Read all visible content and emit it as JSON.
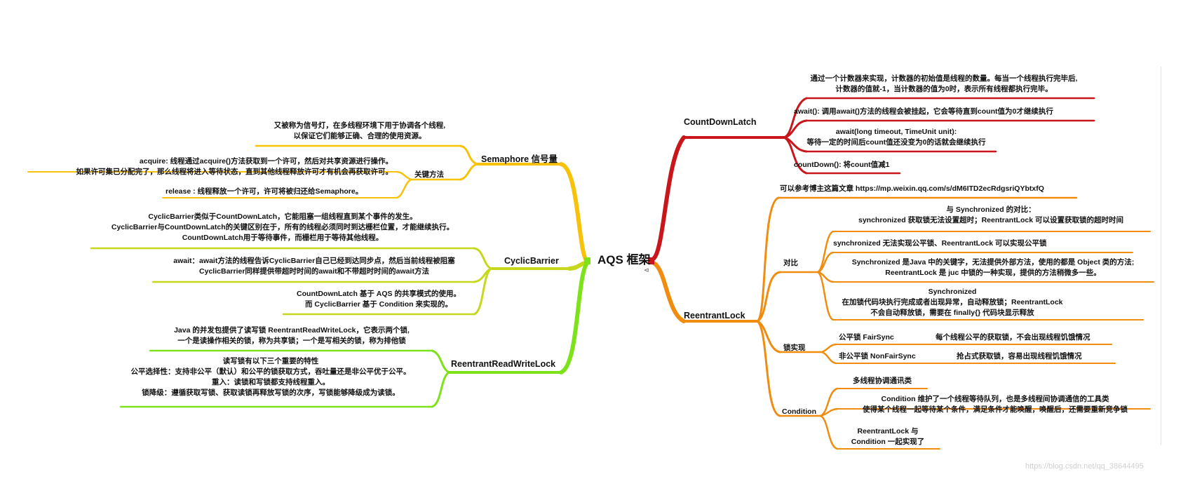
{
  "root": {
    "label": "AQS 框架"
  },
  "left": {
    "semaphore": {
      "label": "Semaphore 信号量",
      "desc": [
        "又被称为信号灯，在多线程环境下用于协调各个线程,",
        "以保证它们能够正确、合理的使用资源。"
      ],
      "key_label": "关键方法",
      "acquire": [
        "acquire: 线程通过acquire()方法获取到一个许可，然后对共享资源进行操作。",
        "如果许可集已分配完了，那么线程将进入等待状态，直到其他线程释放许可才有机会再获取许可。"
      ],
      "release": "release : 线程释放一个许可，许可将被归还给Semaphore。"
    },
    "cyclic": {
      "label": "CyclicBarrier",
      "desc": [
        "CyclicBarrier类似于CountDownLatch，它能阻塞一组线程直到某个事件的发生。",
        "CyclicBarrier与CountDownLatch的关键区别在于，所有的线程必须同时到达栅栏位置，才能继续执行。",
        "CountDownLatch用于等待事件，而栅栏用于等待其他线程。"
      ],
      "await": [
        "await：await方法的线程告诉CyclicBarrier自己已经到达同步点，然后当前线程被阻塞",
        "CyclicBarrier同样提供带超时时间的await和不带超时时间的await方法"
      ],
      "compare": [
        "CountDownLatch 基于 AQS 的共享模式的使用。",
        "而 CyclicBarrier 基于 Condition 来实现的。"
      ]
    },
    "rrwl": {
      "label": "ReentrantReadWriteLock",
      "desc": [
        "Java 的并发包提供了读写锁 ReentrantReadWriteLock，它表示两个锁,",
        "一个是读操作相关的锁，称为共享锁；一个是写相关的锁，称为排他锁"
      ],
      "features": [
        "读写锁有以下三个重要的特性",
        "公平选择性：支持非公平（默认）和公平的锁获取方式，吞吐量还是非公平优于公平。",
        "重入：读锁和写锁都支持线程重入。",
        "锁降级：遵循获取写锁、获取读锁再释放写锁的次序，写锁能够降级成为读锁。"
      ]
    }
  },
  "right": {
    "cdl": {
      "label": "CountDownLatch",
      "desc": [
        "通过一个计数器来实现，计数器的初始值是线程的数量。每当一个线程执行完毕后,",
        "计数器的值就-1，当计数器的值为0时，表示所有线程都执行完毕。"
      ],
      "await": "await(): 调用await()方法的线程会被挂起，它会等待直到count值为0才继续执行",
      "await_timeout": [
        "await(long timeout, TimeUnit unit):",
        "等待一定的时间后count值还没变为0的话就会继续执行"
      ],
      "countdown": "countDown(): 将count值减1"
    },
    "rl": {
      "label": "ReentrantLock",
      "ref": "可以参考博主这篇文章 https://mp.weixin.qq.com/s/dM6ITD2ecRdgsriQYbtxfQ",
      "compare_label": "对比",
      "cmp1": [
        "与 Synchronized 的对比：",
        "synchronized 获取锁无法设置超时；ReentrantLock 可以设置获取锁的超时时间"
      ],
      "cmp2": "synchronized 无法实现公平锁、ReentrantLock 可以实现公平锁",
      "cmp3": [
        "Synchronized 是Java 中的关键字，无法提供外部方法，使用的都是 Object 类的方法;",
        "ReentrantLock 是 juc 中锁的一种实现，提供的方法稍微多一些。"
      ],
      "cmp4": [
        "Synchronized",
        "在加锁代码块执行完成或者出现异常，自动释放锁；ReentrantLock",
        "不会自动释放锁，需要在 finally{} 代码块显示释放"
      ],
      "impl_label": "锁实现",
      "fair": "公平锁 FairSync",
      "fair_desc": "每个线程公平的获取锁，不会出现线程饥饿情况",
      "nonfair": "非公平锁 NonFairSync",
      "nonfair_desc": "抢占式获取锁，容易出现线程饥饿情况",
      "cond_label": "Condition",
      "cond1": "多线程协调通讯类",
      "cond2": [
        "Condition 维护了一个线程等待队列，也是多线程间协调通信的工具类",
        "使得某个线程一起等待某个条件，满足条件才能唤醒，唤醒后，还需要重新竞争锁"
      ],
      "cond3": [
        "ReentrantLock 与",
        "Condition 一起实现了"
      ]
    }
  },
  "watermark": "https://blog.csdn.net/qq_38644495",
  "colors": {
    "yellow": "#f8c20a",
    "yellow_green": "#c6d81c",
    "green": "#7ee21b",
    "red": "#c8161b",
    "orange": "#f08c10",
    "root_node": "#55a832"
  }
}
